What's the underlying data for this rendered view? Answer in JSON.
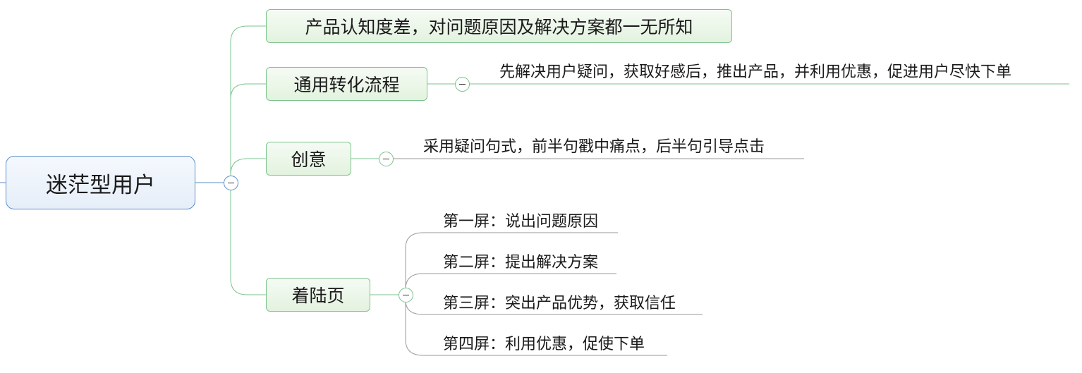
{
  "root": {
    "label": "迷茫型用户"
  },
  "branches": [
    {
      "label": "产品认知度差，对问题原因及解决方案都一无所知",
      "children": []
    },
    {
      "label": "通用转化流程",
      "children": [
        "先解决用户疑问，获取好感后，推出产品，并利用优惠，促进用户尽快下单"
      ]
    },
    {
      "label": "创意",
      "children": [
        "采用疑问句式，前半句戳中痛点，后半句引导点击"
      ]
    },
    {
      "label": "着陆页",
      "children": [
        "第一屏：说出问题原因",
        "第二屏：提出解决方案",
        "第三屏：突出产品优势，获取信任",
        "第四屏：利用优惠，促使下单"
      ]
    }
  ],
  "colors": {
    "root_border": "#5b8fc9",
    "branch_border": "#7bc38d",
    "connector": "#7bc38d",
    "leaf_underline": "#9a9a9a"
  },
  "icons": {
    "toggle": "collapse-minus-icon"
  }
}
